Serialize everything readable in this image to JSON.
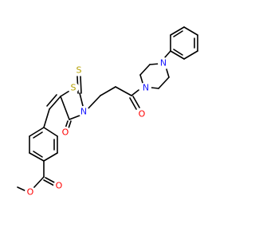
{
  "molecule": {
    "atoms": {
      "sulfur_ring": "S",
      "sulfur_thione": "S",
      "nitrogen_ring": "N",
      "oxygen_ring_carbonyl": "O",
      "oxygen_amide": "O",
      "nitrogen_piperazine_acyl": "N",
      "nitrogen_piperazine_phenyl": "N",
      "oxygen_ester_carbonyl": "O",
      "oxygen_ester_ether": "O"
    },
    "colors": {
      "sulfur": "#b5a000",
      "nitrogen": "#1a1aff",
      "oxygen": "#ff0000",
      "bond": "#000000"
    }
  }
}
